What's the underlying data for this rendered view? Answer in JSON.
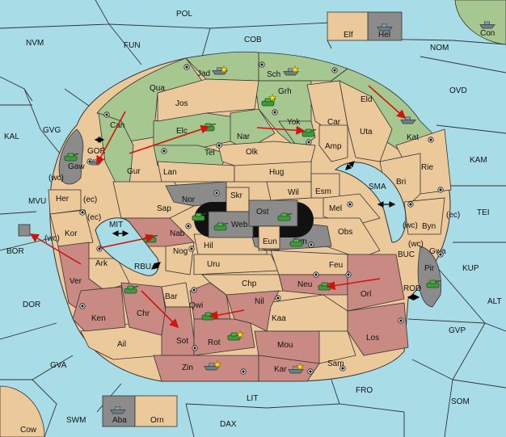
{
  "colors": {
    "sea": "#a8dde8",
    "neutral": "#ecc99a",
    "green": "#a7c791",
    "red": "#c98a84",
    "gray": "#8b8b8b",
    "core": "#111111",
    "arrow": "#d0150f",
    "unit": "#3f9a3f"
  },
  "sea_labels": {
    "POL": "POL",
    "NVM": "NVM",
    "FUN": "FUN",
    "COB": "COB",
    "NOM": "NOM",
    "OVD": "OVD",
    "KAL": "KAL",
    "GVG": "GVG",
    "MVU": "MVU",
    "BOR": "BOR",
    "DOR": "DOR",
    "GVA": "GVA",
    "SWM": "SWM",
    "DAX": "DAX",
    "LIT": "LIT",
    "FRO": "FRO",
    "SOM": "SOM",
    "GVP": "GVP",
    "ALT": "ALT",
    "KUP": "KUP",
    "TEI": "TEI",
    "KAM": "KAM",
    "SMA": "SMA",
    "MIT": "MIT",
    "RBU": "RBU",
    "GOR": "GOR",
    "BUC": "BUC",
    "ROD": "ROD"
  },
  "provinces": {
    "Elf": "Elf",
    "Hel": "Hel",
    "Con": "Con",
    "Jad": "Jad",
    "Sch": "Sch",
    "Qua": "Qua",
    "Jos": "Jos",
    "Grh": "Grh",
    "Eld": "Eld",
    "Can": "Can",
    "Elc": "Elc",
    "Nar": "Nar",
    "Yok": "Yok",
    "Car": "Car",
    "Uta": "Uta",
    "Kat": "Kat",
    "Gaw": "Gaw",
    "Tel": "Tel",
    "Olk": "Olk",
    "Amp": "Amp",
    "Gur": "Gur",
    "Lan": "Lan",
    "Hug": "Hug",
    "Rie": "Rie",
    "Bri": "Bri",
    "Her": "Her",
    "Wil": "Wil",
    "Esm": "Esm",
    "Nor": "Nor",
    "Skr": "Skr",
    "Ost": "Ost",
    "Web": "Web",
    "Mel": "Mel",
    "Sap": "Sap",
    "Kor": "Kor",
    "Nab": "Nab",
    "Eun": "Eun",
    "Obs": "Obs",
    "Byn": "Byn",
    "Sun": "Sun",
    "Gwa": "Gwa",
    "Hil": "Hil",
    "Ark": "Ark",
    "Nog": "Nog",
    "Uru": "Uru",
    "Feu": "Feu",
    "Pir": "Pir",
    "Ver": "Ver",
    "Chp": "Chp",
    "Neu": "Neu",
    "Bar": "Bar",
    "Qwi": "Qwi",
    "Nil": "Nil",
    "Orl": "Orl",
    "Ken": "Ken",
    "Chr": "Chr",
    "Kaa": "Kaa",
    "Rot": "Rot",
    "Sot": "Sot",
    "Ail": "Ail",
    "Mou": "Mou",
    "Los": "Los",
    "Zin": "Zin",
    "Kar": "Kar",
    "Sam": "Sam",
    "Aba": "Aba",
    "Orn": "Orn",
    "Cow": "Cow"
  },
  "coast_tags": {
    "wc_her": "(wc)",
    "ec_her": "(ec)",
    "ec_kor": "(ec)",
    "wc_kor": "(wc)",
    "wc_byn": "(wc)",
    "ec_byn": "(ec)",
    "wc_gwa": "(wc)"
  }
}
